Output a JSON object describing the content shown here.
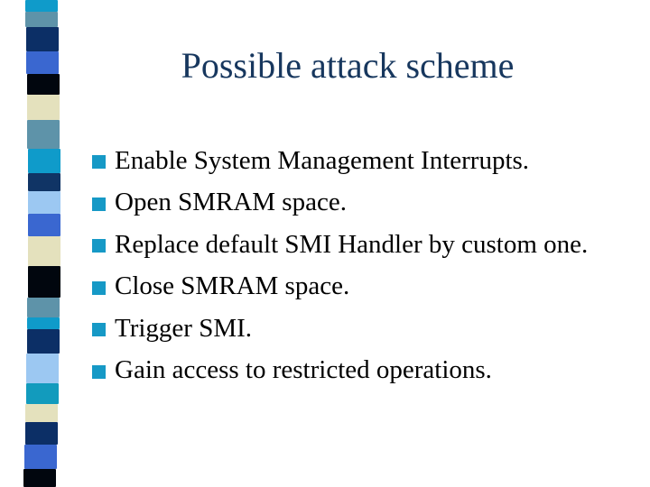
{
  "slide": {
    "title": "Possible attack scheme",
    "bullets": [
      "Enable System Management Interrupts.",
      "Open SMRAM space.",
      "Replace default SMI Handler by custom one.",
      "Close SMRAM space.",
      "Trigger SMI.",
      "Gain access to restricted operations."
    ],
    "colors": {
      "background": "#ffffff",
      "title_text": "#17375e",
      "body_text": "#000000",
      "bullet_marker": "#1699c6"
    },
    "decorative_stripe": {
      "segments": [
        {
          "color": "#0f9bca",
          "height": 13
        },
        {
          "color": "#5e93a9",
          "height": 17
        },
        {
          "color": "#0c2f66",
          "height": 27
        },
        {
          "color": "#3a67d0",
          "height": 25
        },
        {
          "color": "#01060e",
          "height": 23
        },
        {
          "color": "#e4e1bd",
          "height": 28
        },
        {
          "color": "#5e93a9",
          "height": 32
        },
        {
          "color": "#0f9bca",
          "height": 27
        },
        {
          "color": "#103465",
          "height": 20
        },
        {
          "color": "#9cc8f2",
          "height": 25
        },
        {
          "color": "#3a67d0",
          "height": 25
        },
        {
          "color": "#e4e1bd",
          "height": 33
        },
        {
          "color": "#01060e",
          "height": 35
        },
        {
          "color": "#5e93a9",
          "height": 22
        },
        {
          "color": "#0f9bca",
          "height": 13
        },
        {
          "color": "#0c2f66",
          "height": 27
        },
        {
          "color": "#9cc8f2",
          "height": 33
        },
        {
          "color": "#129bbd",
          "height": 23
        },
        {
          "color": "#e4e1bd",
          "height": 20
        },
        {
          "color": "#0c2f66",
          "height": 25
        },
        {
          "color": "#3a67d0",
          "height": 27
        },
        {
          "color": "#01060e",
          "height": 20
        }
      ]
    }
  }
}
